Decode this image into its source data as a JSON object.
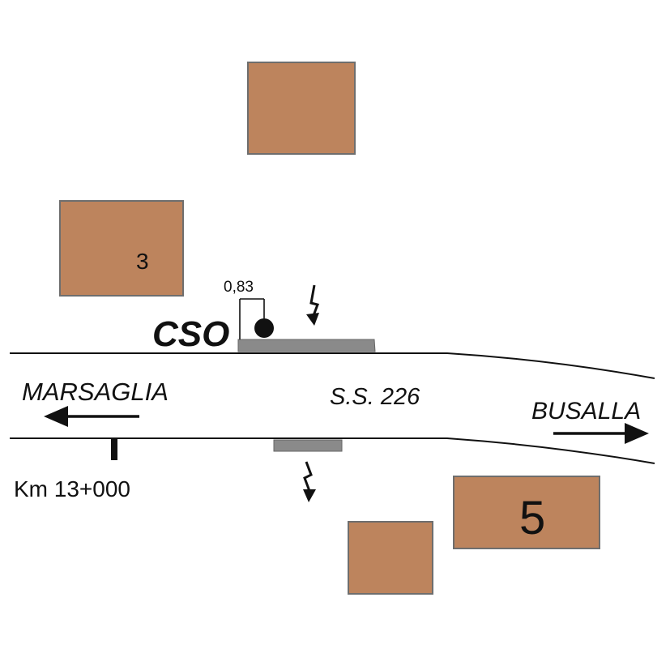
{
  "colors": {
    "building": "#bd845d",
    "building_stroke": "#6e6e6e",
    "pad": "#8a8a8a",
    "ink": "#111111"
  },
  "labels": {
    "building_3": "3",
    "building_5": "5",
    "dimension": "0,83",
    "cso": "CSO",
    "marsaglia": "MARSAGLIA",
    "road": "S.S. 226",
    "busalla": "BUSALLA",
    "km": "Km 13+000"
  },
  "icons": [
    "arrow-left-icon",
    "arrow-right-icon",
    "lightning-arrow-icon",
    "measurement-point-icon"
  ]
}
